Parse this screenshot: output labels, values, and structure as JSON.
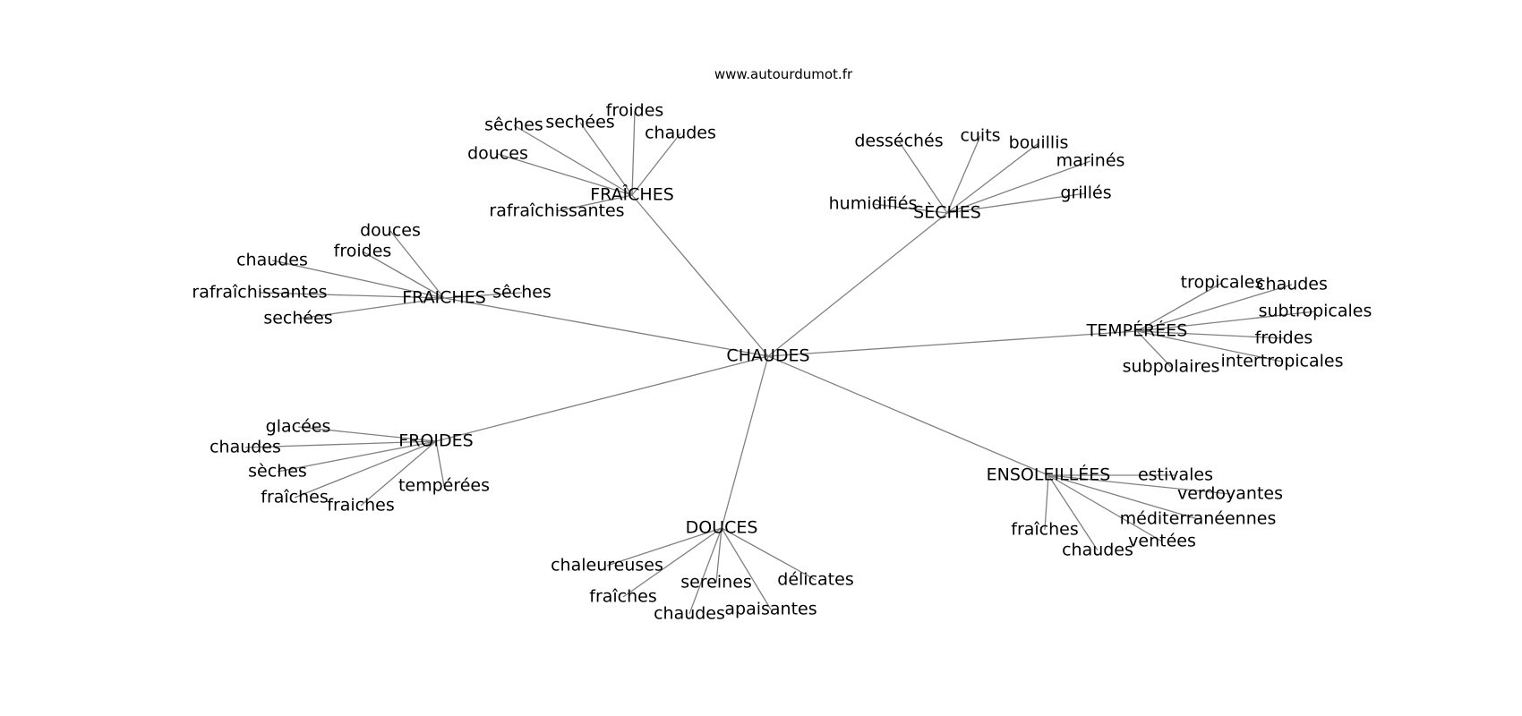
{
  "site": "www.autourdumot.fr",
  "center": "CHAUDES",
  "clusters": [
    {
      "id": "fraiches-accent",
      "label": "FRAÎCHES",
      "neighbors": [
        "froides",
        "sechées",
        "sêches",
        "douces",
        "chaudes",
        "rafraîchissantes"
      ]
    },
    {
      "id": "seches",
      "label": "SÈCHES",
      "neighbors": [
        "desséchés",
        "cuits",
        "bouillis",
        "marinés",
        "grillés",
        "humidifiés"
      ]
    },
    {
      "id": "fraiches",
      "label": "FRAICHES",
      "neighbors": [
        "douces",
        "froides",
        "chaudes",
        "rafraîchissantes",
        "sechées",
        "sêches"
      ]
    },
    {
      "id": "temperees",
      "label": "TEMPÉRÉES",
      "neighbors": [
        "tropicales",
        "chaudes",
        "subtropicales",
        "froides",
        "intertropicales",
        "subpolaires"
      ]
    },
    {
      "id": "froides",
      "label": "FROIDES",
      "neighbors": [
        "glacées",
        "chaudes",
        "sèches",
        "fraîches",
        "fraiches",
        "tempérées"
      ]
    },
    {
      "id": "ensoleillees",
      "label": "ENSOLEILLÉES",
      "neighbors": [
        "estivales",
        "verdoyantes",
        "méditerranéennes",
        "ventées",
        "chaudes",
        "fraîches"
      ]
    },
    {
      "id": "douces",
      "label": "DOUCES",
      "neighbors": [
        "chaleureuses",
        "fraîches",
        "chaudes",
        "sereines",
        "apaisantes",
        "délicates"
      ]
    }
  ]
}
